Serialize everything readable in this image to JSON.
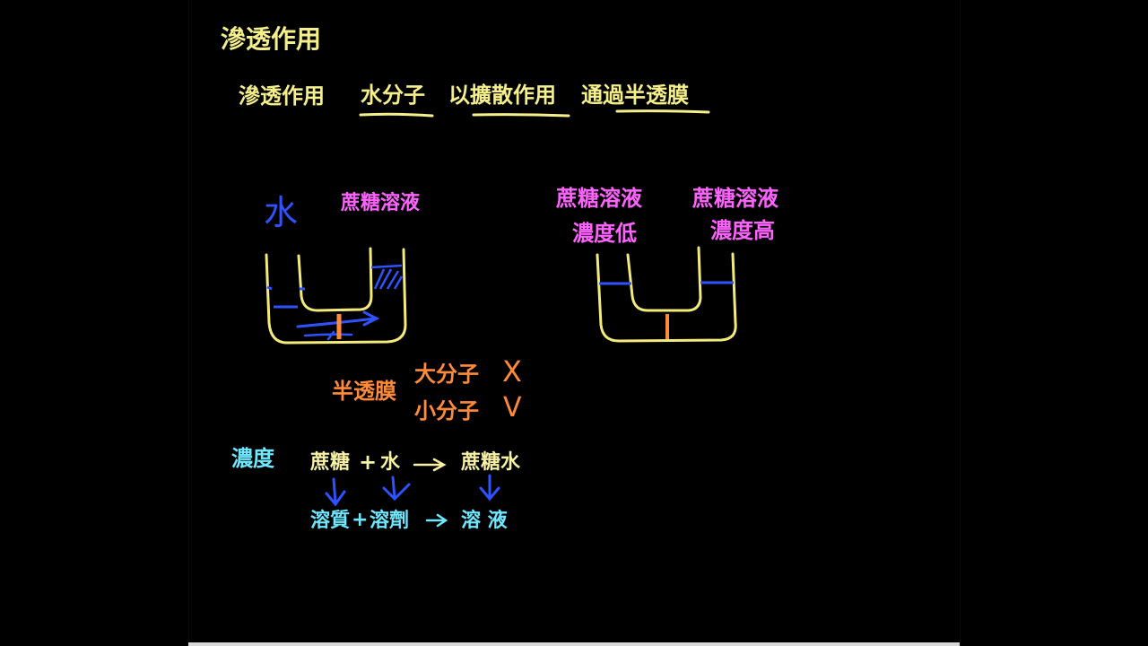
{
  "title": "滲透作用",
  "definition": {
    "term": "滲透作用",
    "part1": "水分子",
    "part2": "以擴散作用",
    "part3": "通過半透膜"
  },
  "left_diagram": {
    "water_label": "水",
    "solution_label": "蔗糖溶液"
  },
  "right_diagram": {
    "left_top": "蔗糖溶液",
    "left_bottom": "濃度低",
    "right_top": "蔗糖溶液",
    "right_bottom": "濃度高"
  },
  "membrane": {
    "label": "半透膜",
    "large": "大分子",
    "large_mark": "X",
    "small": "小分子",
    "small_mark": "V"
  },
  "concentration": {
    "label": "濃度",
    "sugar": "蔗糖",
    "plus": "+",
    "water": "水",
    "arrow": "→",
    "sugar_water": "蔗糖水",
    "solute": "溶質",
    "solvent": "溶劑",
    "solution": "溶 液"
  },
  "colors": {
    "background": "#000000",
    "chalk_yellow": "#f4ef8a",
    "magenta": "#ff63ff",
    "orange": "#ff8b3a",
    "cyan": "#6fe7ff",
    "blue": "#2f52ff"
  }
}
